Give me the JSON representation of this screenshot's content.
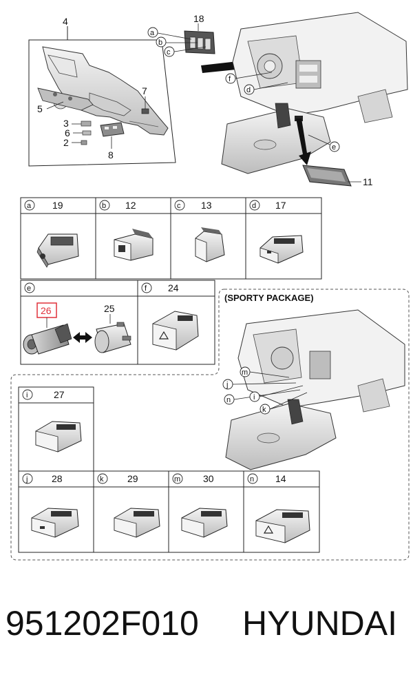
{
  "top": {
    "n4": "4",
    "n5": "5",
    "n3": "3",
    "n6": "6",
    "n2": "2",
    "n7": "7",
    "n8": "8",
    "n18": "18",
    "n11": "11",
    "la": "a",
    "lb": "b",
    "lc": "c",
    "lf": "f",
    "ld": "d",
    "le": "e"
  },
  "row1": [
    {
      "letter": "a",
      "num": "19"
    },
    {
      "letter": "b",
      "num": "12"
    },
    {
      "letter": "c",
      "num": "13"
    },
    {
      "letter": "d",
      "num": "17"
    }
  ],
  "row2": {
    "e_letter": "e",
    "n26": "26",
    "n25": "25",
    "f_letter": "f",
    "f_num": "24"
  },
  "sporty": {
    "title": "(SPORTY PACKAGE)",
    "lm": "m",
    "lj": "j",
    "ln": "n",
    "li": "i",
    "lk": "k"
  },
  "row3": {
    "letter": "i",
    "num": "27"
  },
  "row4": [
    {
      "letter": "j",
      "num": "28"
    },
    {
      "letter": "k",
      "num": "29"
    },
    {
      "letter": "m",
      "num": "30"
    },
    {
      "letter": "n",
      "num": "14"
    }
  ],
  "footer": {
    "part_number": "951202F010",
    "brand": "HYUNDAI"
  },
  "colors": {
    "highlight": "#e0303a",
    "line": "#222222"
  }
}
